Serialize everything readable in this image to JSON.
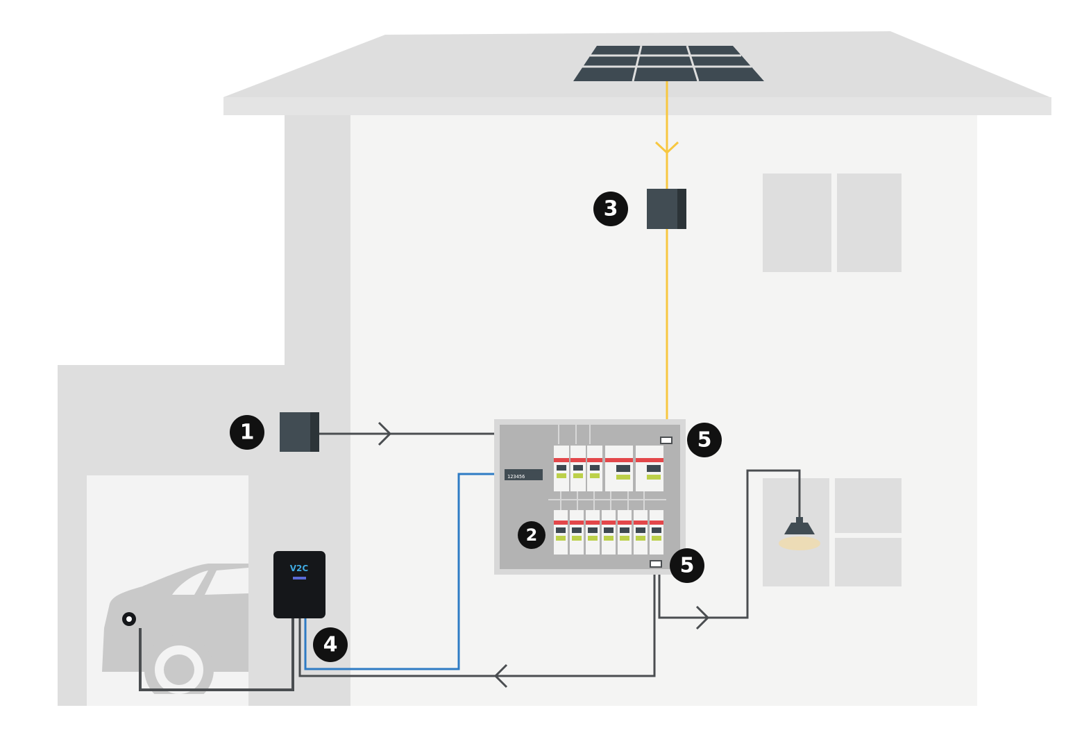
{
  "markers": [
    {
      "id": "1",
      "label": "1"
    },
    {
      "id": "2",
      "label": "2"
    },
    {
      "id": "3",
      "label": "3"
    },
    {
      "id": "4",
      "label": "4"
    },
    {
      "id": "5a",
      "label": "5"
    },
    {
      "id": "5b",
      "label": "5"
    }
  ],
  "charger": {
    "logo": "V2C"
  },
  "terminal_block": {
    "label": "123456"
  },
  "colors": {
    "solar_line": "#f7c740",
    "red_line": "#d7263d",
    "blue_line": "#2e7bc4",
    "grey_line": "#4a4d50",
    "dark_box": "#414c53",
    "marker": "#111111"
  }
}
